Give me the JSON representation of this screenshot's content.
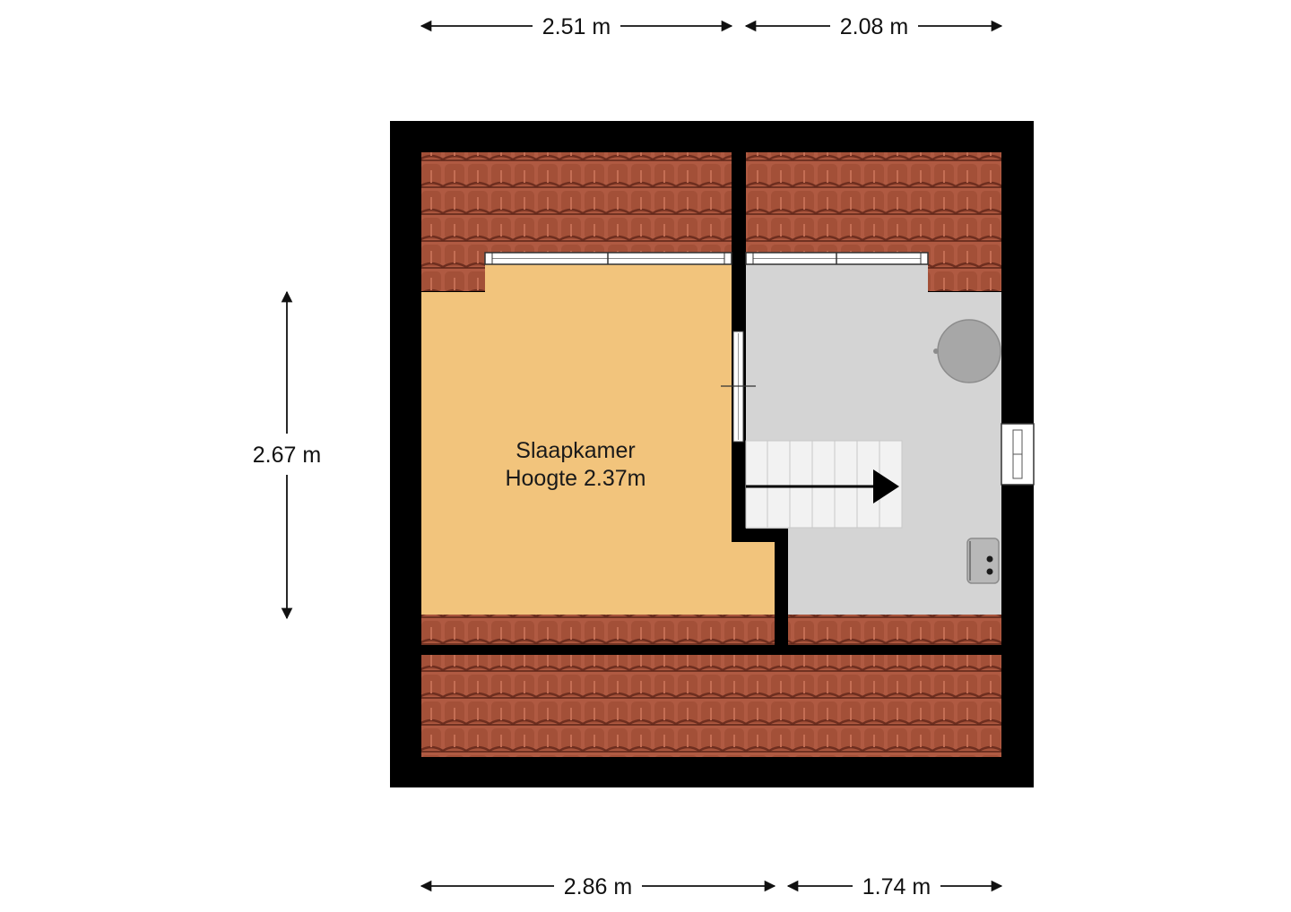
{
  "dimensions": {
    "top_left": "2.51 m",
    "top_right": "2.08 m",
    "bottom_left": "2.86 m",
    "bottom_right": "1.74 m",
    "left_vertical": "2.67 m"
  },
  "rooms": {
    "bedroom": {
      "name": "Slaapkamer",
      "height": "Hoogte 2.37m"
    }
  },
  "colors": {
    "wall": "#000000",
    "roof_tile": "#b05a42",
    "bedroom_floor": "#f2c47c",
    "landing_floor": "#d4d4d4",
    "stair": "#f2f2f2",
    "fixture": "#a7a7a7",
    "background": "#ffffff"
  }
}
